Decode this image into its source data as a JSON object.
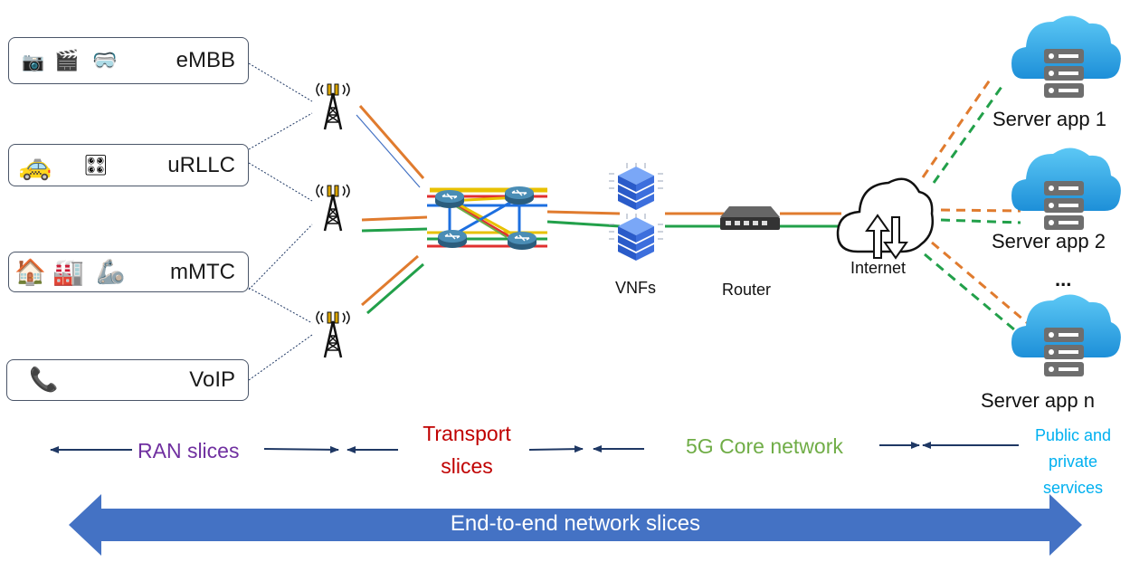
{
  "services": [
    {
      "label": "eMBB",
      "icons": [
        "camera-icon",
        "clapperboard-icon",
        "vr-headset-icon"
      ]
    },
    {
      "label": "uRLLC",
      "icons": [
        "car-icon",
        "robot-controller-icon"
      ]
    },
    {
      "label": "mMTC",
      "icons": [
        "house-icon",
        "factory-icon",
        "robot-arm-icon"
      ]
    },
    {
      "label": "VoIP",
      "icons": [
        "voip-phone-icon"
      ]
    }
  ],
  "nodes": {
    "vnfs": "VNFs",
    "router": "Router",
    "internet": "Internet"
  },
  "servers": [
    "Server app 1",
    "Server app 2",
    "...",
    "Server app n"
  ],
  "segments": {
    "ran": "RAN slices",
    "transport_line1": "Transport",
    "transport_line2": "slices",
    "core": "5G Core network",
    "public_line1": "Public and",
    "public_line2": "private",
    "public_line3": "services"
  },
  "banner": "End-to-end network slices",
  "colors": {
    "orange": "#e07b2e",
    "green": "#22a04a",
    "blue": "#4472c4",
    "navy": "#1f3864",
    "ran": "#7030a0",
    "transport": "#c00000",
    "core": "#70ad47",
    "public": "#00b0f0"
  }
}
